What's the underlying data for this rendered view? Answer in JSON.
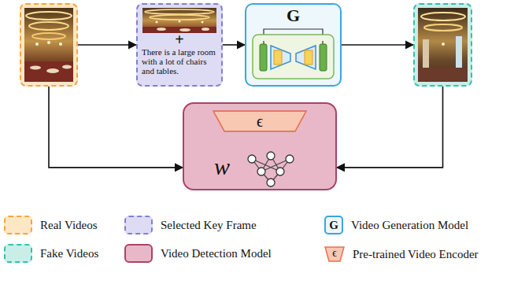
{
  "diagram": {
    "nodes": [
      {
        "text": []
      },
      {
        "text": [
          "+",
          "There is a large room with a lot of chairs and tables."
        ]
      },
      {
        "text": [
          "G"
        ]
      },
      {
        "text": []
      },
      {
        "text": [
          "w"
        ]
      },
      {
        "text": [
          "ϵ"
        ],
        "in": 4
      }
    ],
    "edges": [
      {
        "from": 0,
        "to": 1,
        "arrow": "to"
      },
      {
        "from": 1,
        "to": 2,
        "arrow": "to"
      },
      {
        "from": 2,
        "to": 3,
        "arrow": "to"
      },
      {
        "from": 0,
        "to": 4,
        "arrow": "to"
      },
      {
        "from": 3,
        "to": 4,
        "arrow": "to"
      }
    ],
    "labels": [
      "G",
      "ϵ"
    ],
    "legend": [
      {
        "text": "Real Videos"
      },
      {
        "text": "Selected Key Frame"
      },
      {
        "text": "Video Generation Model"
      },
      {
        "text": "Fake Videos"
      },
      {
        "text": "Video Detection Model",
        "color": "#e9b8c8"
      },
      {
        "text": "Pre-trained Video Encoder"
      }
    ]
  }
}
